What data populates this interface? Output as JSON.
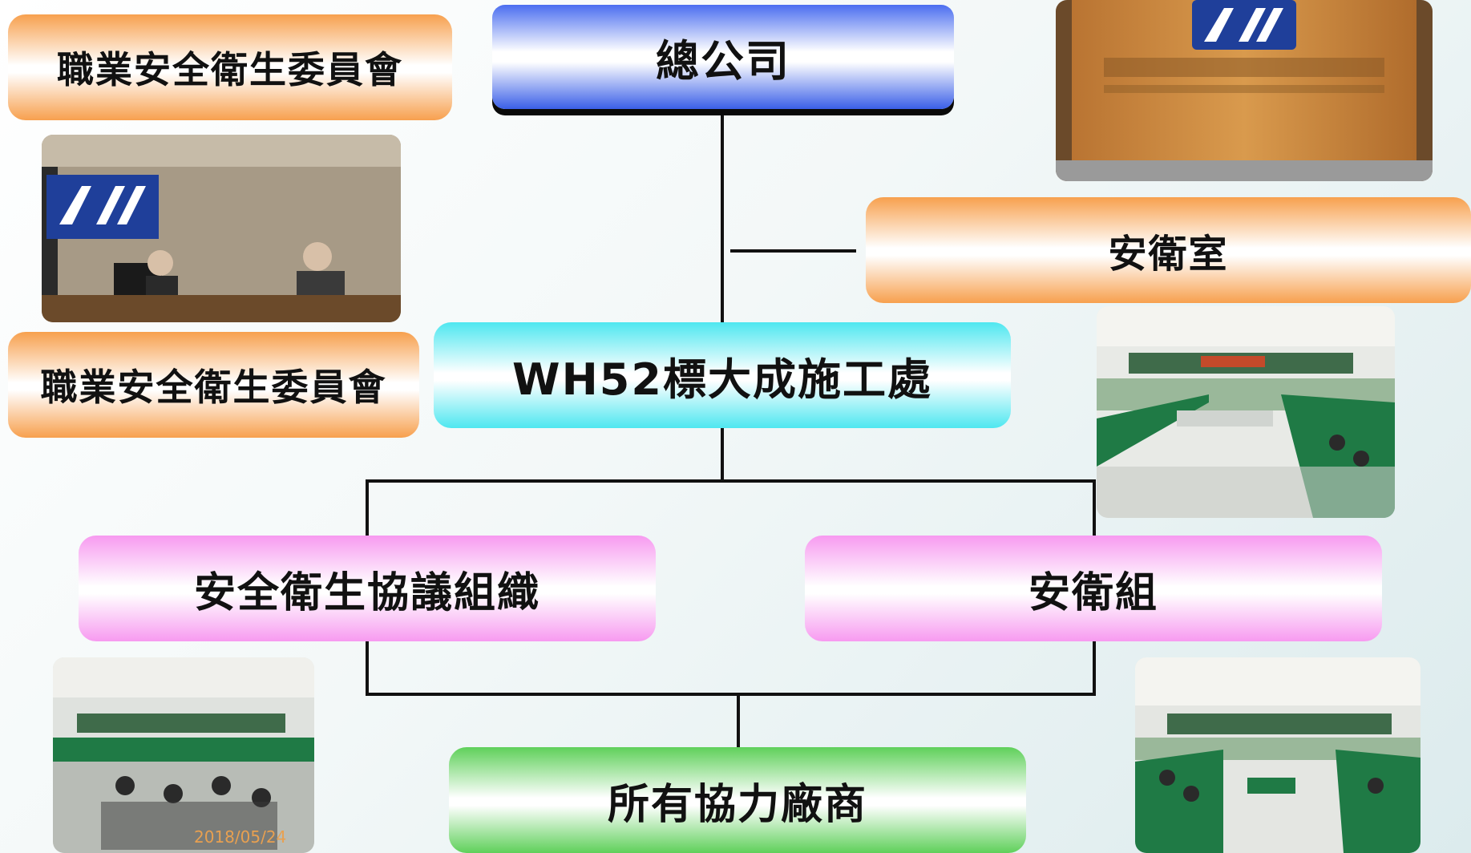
{
  "nodes": {
    "hq": "總公司",
    "committee_top": "職業安全衛生委員會",
    "committee_mid": "職業安全衛生委員會",
    "safety_office": "安衛室",
    "site_office": "WH52標大成施工處",
    "consult_org": "安全衛生協議組織",
    "safety_group": "安衛組",
    "contractors": "所有協力廠商"
  },
  "photos": {
    "company_sign": {
      "icon": "company-logo-sign-photo"
    },
    "committee_meeting": {
      "icon": "committee-meeting-photo"
    },
    "site_meeting_room": {
      "icon": "site-meeting-room-photo"
    },
    "consult_meeting": {
      "icon": "consult-meeting-photo",
      "date_stamp": "2018/05/24"
    },
    "group_meeting": {
      "icon": "group-meeting-photo"
    }
  },
  "colors": {
    "orange": "#f7a04e",
    "blue": "#3a5fe8",
    "cyan": "#4ee7f0",
    "pink": "#f79af0",
    "green": "#5fd05a"
  }
}
